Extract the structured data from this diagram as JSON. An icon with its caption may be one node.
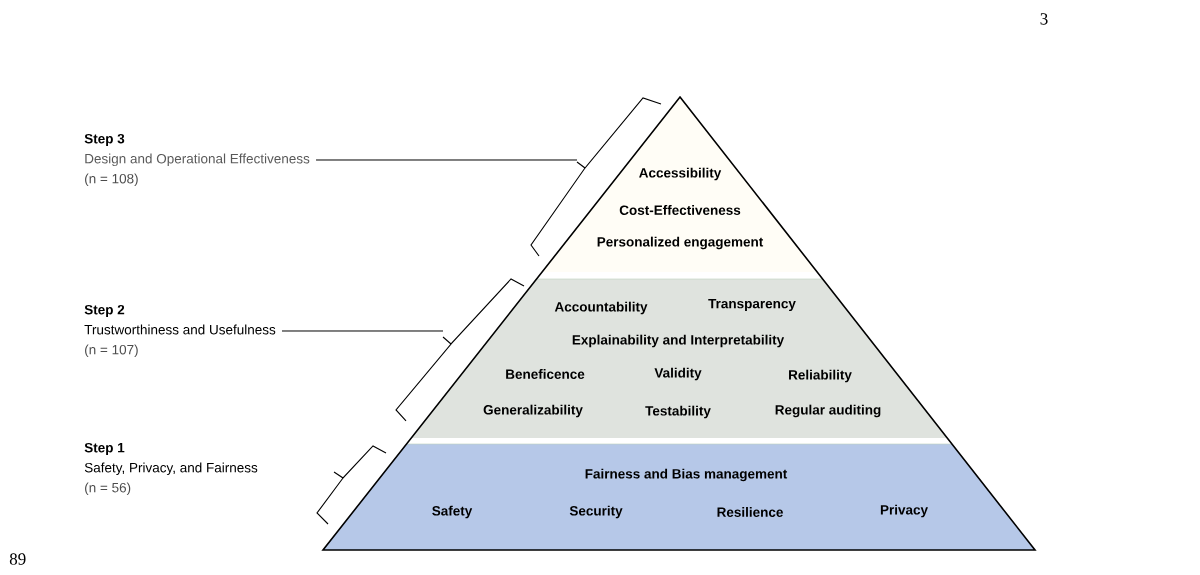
{
  "diagram": {
    "nodes": [
      {
        "text": [
          "Step 3",
          "Design and Operational Effectiveness",
          "(n = 108)"
        ]
      },
      {
        "text": [
          "Accessibility",
          "Cost-Effectiveness",
          "Personalized engagement"
        ]
      },
      {
        "text": [
          "Step 2",
          "Trustworthiness and Usefulness",
          "(n = 107)"
        ]
      },
      {
        "text": [
          "Accountability",
          "Transparency",
          "Explainability and Interpretability",
          "Beneficence",
          "Validity",
          "Reliability",
          "Generalizability",
          "Testability",
          "Regular auditing"
        ]
      },
      {
        "text": [
          "Step 1",
          "Safety, Privacy, and Fairness",
          "(n = 56)"
        ]
      },
      {
        "text": [
          "Fairness and Bias management",
          "Safety",
          "Security",
          "Resilience",
          "Privacy"
        ]
      },
      {
        "text": [],
        "shape": "bracket"
      },
      {
        "text": [],
        "shape": "bracket"
      },
      {
        "text": [],
        "shape": "bracket"
      }
    ],
    "edges": [
      {
        "from": 0,
        "to": 6,
        "arrow": "none"
      },
      {
        "from": 2,
        "to": 7,
        "arrow": "none"
      }
    ],
    "labels": [
      "3",
      "89"
    ]
  }
}
